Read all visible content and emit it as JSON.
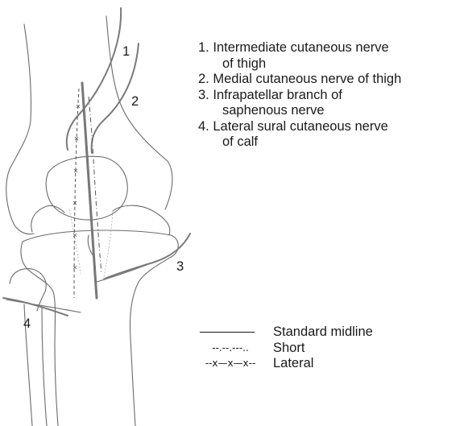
{
  "nerves": [
    {
      "number": "1.",
      "line1": "Intermediate cutaneous nerve",
      "line2": "of thigh"
    },
    {
      "number": "2.",
      "line1": "Medial cutaneous nerve of thigh",
      "line2": ""
    },
    {
      "number": "3.",
      "line1": "Infrapatellar branch of",
      "line2": "saphenous nerve"
    },
    {
      "number": "4.",
      "line1": "Lateral sural cutaneous nerve",
      "line2": "of calf"
    }
  ],
  "callouts": [
    "1",
    "2",
    "3",
    "4"
  ],
  "legend": [
    {
      "symbol": "",
      "label": "Standard midline"
    },
    {
      "symbol": "--.--.---..",
      "label": "Short"
    },
    {
      "symbol": "--x—x—x--",
      "label": "Lateral"
    }
  ],
  "colors": {
    "ink": "#1a1a1a",
    "sketch": "#6b6b6b",
    "nerve": "#777777"
  }
}
